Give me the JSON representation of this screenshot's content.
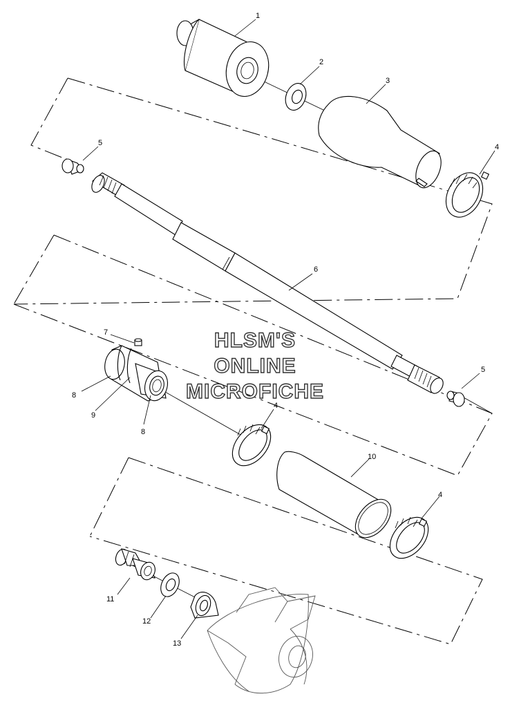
{
  "callouts": {
    "c1": "1",
    "c2": "2",
    "c3": "3",
    "c4a": "4",
    "c5a": "5",
    "c6": "6",
    "c5b": "5",
    "c7": "7",
    "c8a": "8",
    "c9": "9",
    "c8b": "8",
    "c4b": "4",
    "c10": "10",
    "c4c": "4",
    "c11": "11",
    "c12": "12",
    "c13": "13"
  },
  "watermark": {
    "line1": "HLSM'S",
    "line2": "ONLINE",
    "line3": "MICROFICHE"
  }
}
